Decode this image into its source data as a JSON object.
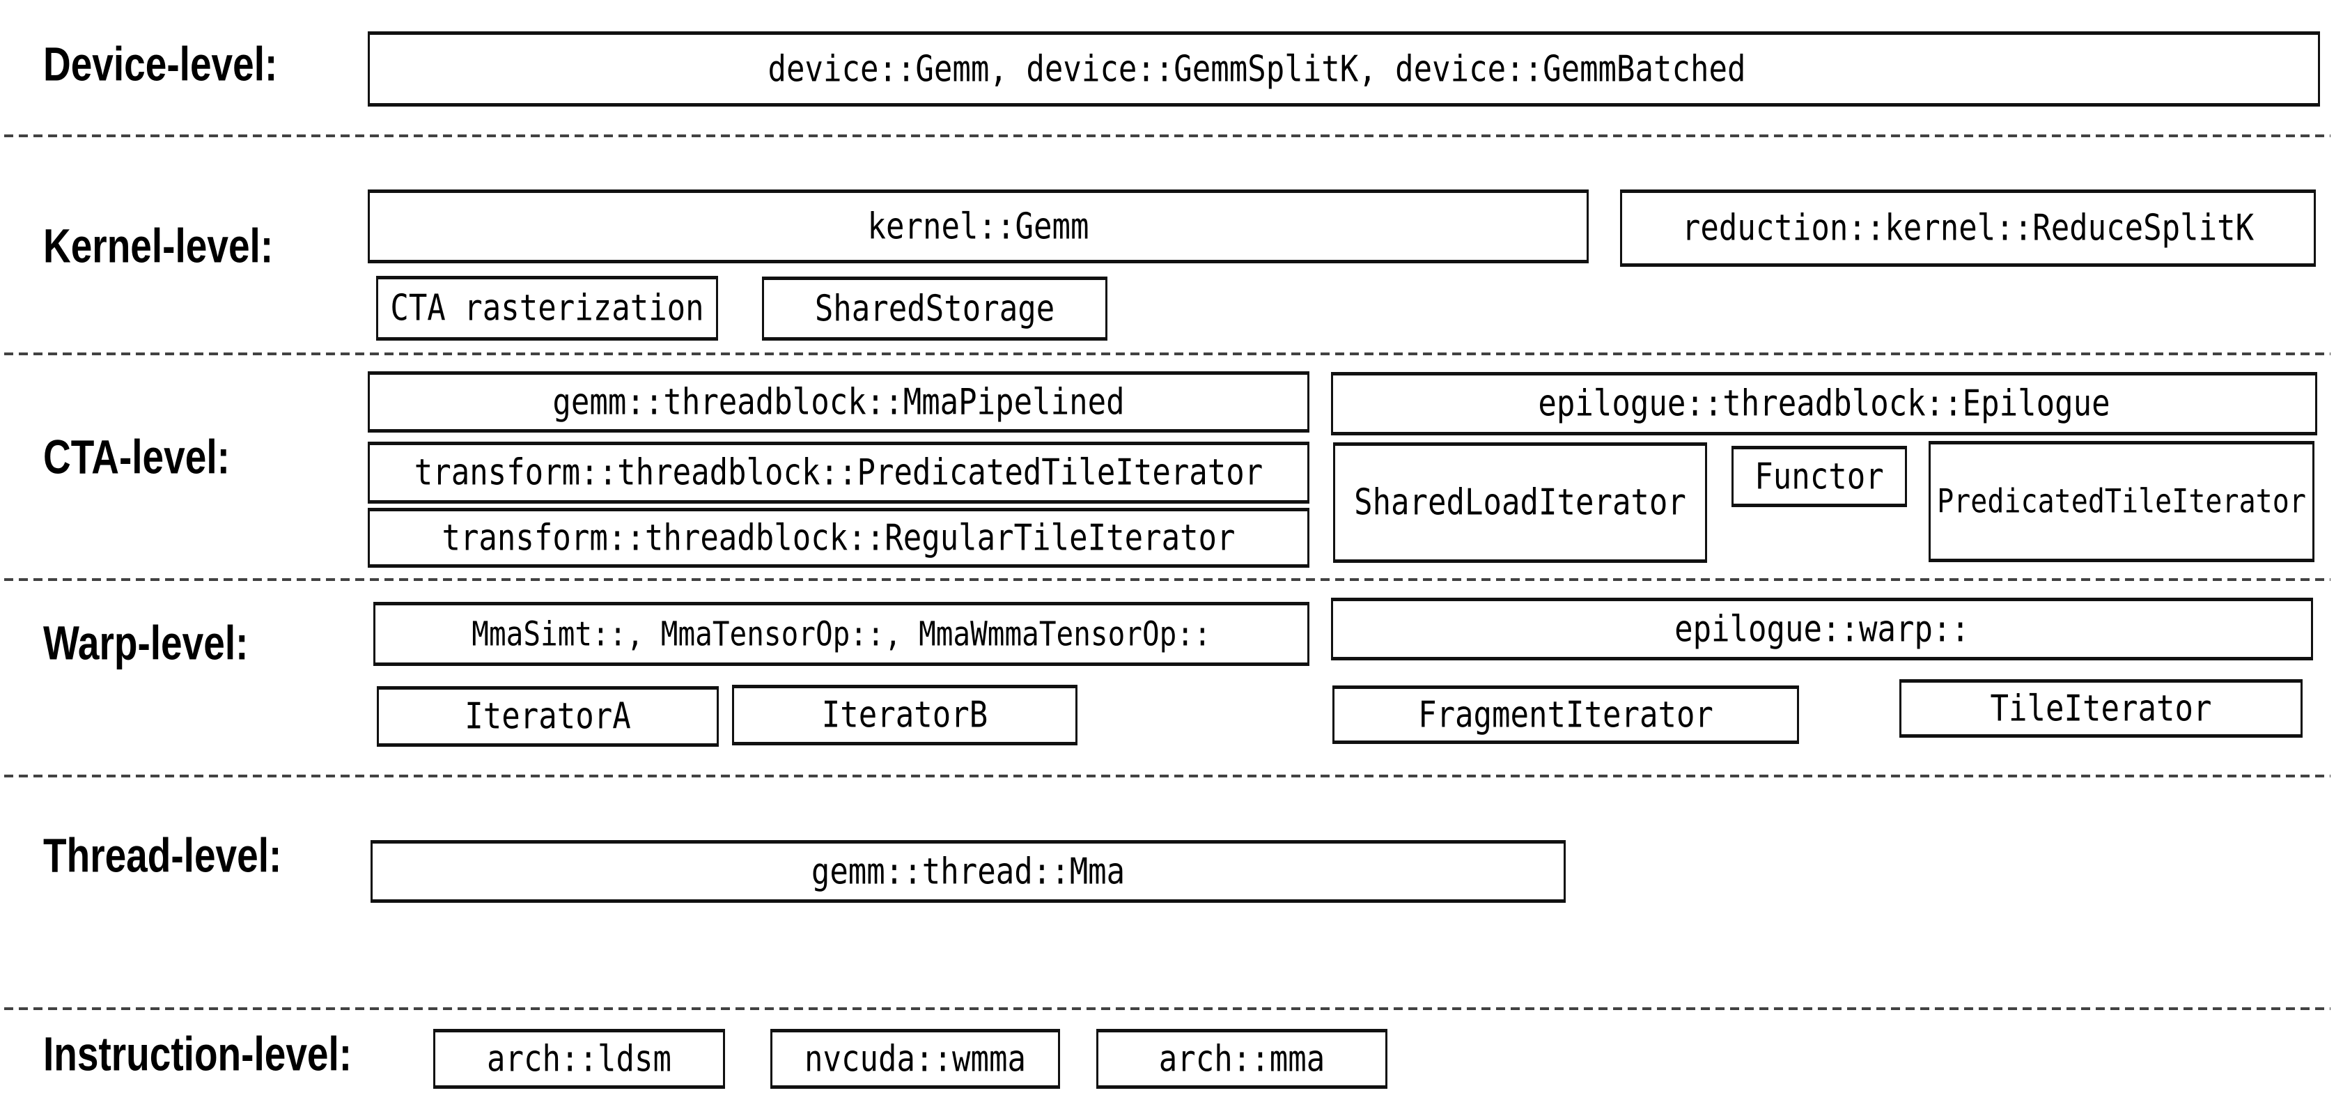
{
  "rows": {
    "device": {
      "label": "Device-level:",
      "boxes": {
        "gemm_family": "device::Gemm, device::GemmSplitK, device::GemmBatched"
      }
    },
    "kernel": {
      "label": "Kernel-level:",
      "boxes": {
        "kernel_gemm": "kernel::Gemm",
        "reduce_splitk": "reduction::kernel::ReduceSplitK",
        "cta_rasterization": "CTA rasterization",
        "shared_storage": "SharedStorage"
      }
    },
    "cta": {
      "label": "CTA-level:",
      "boxes": {
        "mma_pipelined": "gemm::threadblock::MmaPipelined",
        "epilogue": "epilogue::threadblock::Epilogue",
        "predicated_tile_iterator_transform": "transform::threadblock::PredicatedTileIterator",
        "shared_load_iterator": "SharedLoadIterator",
        "functor": "Functor",
        "predicated_tile_iterator_epilogue": "PredicatedTileIterator",
        "regular_tile_iterator": "transform::threadblock::RegularTileIterator"
      }
    },
    "warp": {
      "label": "Warp-level:",
      "boxes": {
        "mma_variants": "MmaSimt::, MmaTensorOp::, MmaWmmaTensorOp::",
        "epilogue_warp": "epilogue::warp::",
        "iterator_a": "IteratorA",
        "iterator_b": "IteratorB",
        "fragment_iterator": "FragmentIterator",
        "tile_iterator": "TileIterator"
      }
    },
    "thread": {
      "label": "Thread-level:",
      "boxes": {
        "thread_mma": "gemm::thread::Mma"
      }
    },
    "instruction": {
      "label": "Instruction-level:",
      "boxes": {
        "arch_ldsm": "arch::ldsm",
        "nvcuda_wmma": "nvcuda::wmma",
        "arch_mma": "arch::mma"
      }
    }
  },
  "colors": {
    "background": "#ffffff",
    "box_fill": "#ffffff",
    "box_border": "#111111",
    "text": "#000000",
    "divider": "#424242"
  }
}
